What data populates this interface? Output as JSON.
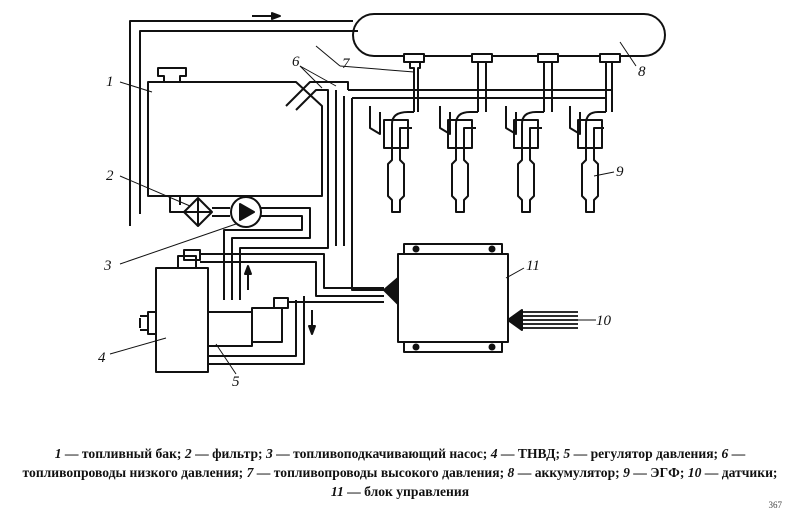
{
  "labels": {
    "l1": "1",
    "l2": "2",
    "l3": "3",
    "l4": "4",
    "l5": "5",
    "l6": "6",
    "l7": "7",
    "l8": "8",
    "l9": "9",
    "l10": "10",
    "l11": "11"
  },
  "caption": [
    {
      "num": "1",
      "text": " — топливный бак; "
    },
    {
      "num": "2",
      "text": " — фильтр; "
    },
    {
      "num": "3",
      "text": " — топливоподкачивающий насос; "
    },
    {
      "num": "4",
      "text": " — ТНВД; "
    },
    {
      "num": "5",
      "text": " — регулятор давления; "
    },
    {
      "num": "6",
      "text": " — топливопроводы низкого давления; "
    },
    {
      "num": "7",
      "text": " — топливопроводы высокого давления; "
    },
    {
      "num": "8",
      "text": " — аккумулятор; "
    },
    {
      "num": "9",
      "text": " — ЭГФ; "
    },
    {
      "num": "10",
      "text": " — датчики; "
    },
    {
      "num": "11",
      "text": " — блок управления"
    }
  ],
  "page_number": "367"
}
